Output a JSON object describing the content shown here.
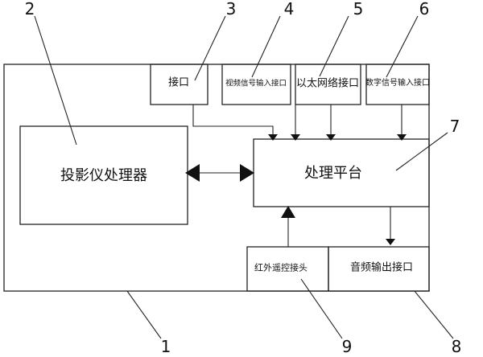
{
  "diagram": {
    "boxes": {
      "projector_processor": "投影仪处理器",
      "processing_platform": "处理平台",
      "interface": "接口",
      "video_input": "视频信号输入接口",
      "ethernet": "以太网络接口",
      "digital_input": "数字信号输入接口",
      "ir_remote": "红外遥控接头",
      "audio_output": "音频输出接口"
    },
    "reference_numerals": {
      "n1": "1",
      "n2": "2",
      "n3": "3",
      "n4": "4",
      "n5": "5",
      "n6": "6",
      "n7": "7",
      "n8": "8",
      "n9": "9"
    }
  }
}
